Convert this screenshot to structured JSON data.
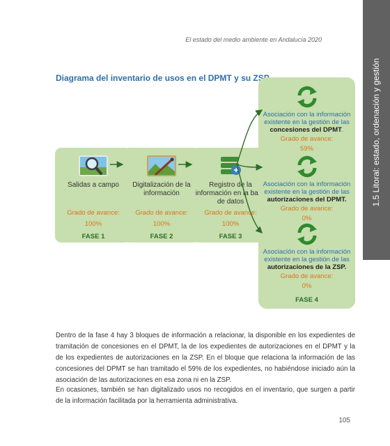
{
  "header": {
    "title": "El estado del medio ambiente en Andalucía 2020"
  },
  "side_tab": {
    "label": "1.5 Litoral: estado, ordenación y gestión"
  },
  "diagram": {
    "title": "Diagrama del inventario de usos en el DPMT y su ZSP",
    "phases": [
      {
        "label": "Salidas a campo",
        "grado": "Grado de avance:",
        "percent": "100%",
        "fase": "FASE 1",
        "icon": "magnifier-icon"
      },
      {
        "label": "Digitalización de la información",
        "grado": "Grado de avance:",
        "percent": "100%",
        "fase": "FASE 2",
        "icon": "landscape-brush-icon"
      },
      {
        "label": "Registro de la información en la base de datos",
        "grado": "Grado de avance:",
        "percent": "100%",
        "fase": "FASE 3",
        "icon": "database-icon"
      }
    ],
    "phase4": {
      "fase": "FASE 4",
      "items": [
        {
          "text": "Asociación con la información existente en la gestión de las",
          "bold": "concesiones del DPMT",
          "grado": "Grado de avance:",
          "percent": "59%",
          "icon": "recycle-icon"
        },
        {
          "text": "Asociación con la información existente en la gestión de las",
          "bold": "autorizaciones del DPMT.",
          "grado": "Grado de avance:",
          "percent": "0%",
          "icon": "recycle-icon"
        },
        {
          "text": "Asociación con la información existente en la gestión de las",
          "bold": "autorizaciones de la ZSP.",
          "grado": "Grado de avance:",
          "percent": "0%",
          "icon": "recycle-icon"
        }
      ]
    }
  },
  "body": {
    "paragraph1": "Dentro de la fase 4 hay 3 bloques de información a relacionar, la disponible en los expedientes de tramitación de concesiones en el DPMT, la de los expedientes de autorizaciones en el DPMT y la de los expedientes de autorizaciones en la ZSP.  En el bloque que relaciona la información de las concesiones del DPMT se han tramitado el 59% de los expedientes, no habiéndose iniciado aún la asociación de las autorizaciones en esa zona ni en la ZSP.",
    "paragraph2": "En ocasiones, también se han digitalizado usos no recogidos en el inventario, que surgen a partir de la información facilitada por la herramienta administrativa."
  },
  "page_number": "105",
  "colors": {
    "box_green": "#c7deae",
    "title_blue": "#2f6fa8",
    "orange": "#d8761b",
    "fase_green": "#2c6e26",
    "side_tab_gray": "#616161"
  }
}
